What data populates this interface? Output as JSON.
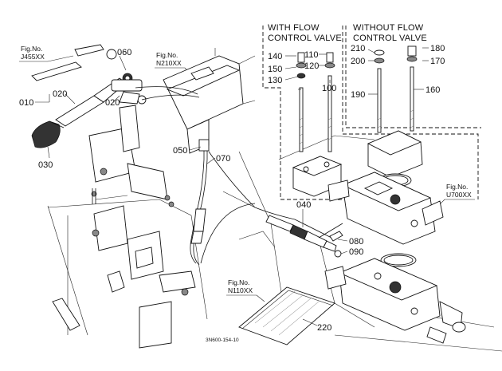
{
  "boxes": {
    "with_flow": [
      "WITH FLOW",
      "CONTROL VALVE"
    ],
    "without_flow": [
      "WITHOUT FLOW",
      "CONTROL VALVE"
    ]
  },
  "fig_refs": [
    {
      "id": "j455xx",
      "line1": "Fig.No.",
      "line2": "J455XX"
    },
    {
      "id": "n210xx",
      "line1": "Fig.No.",
      "line2": "N210XX"
    },
    {
      "id": "u700xx",
      "line1": "Fig.No.",
      "line2": "U700XX"
    },
    {
      "id": "n110xx",
      "line1": "Fig.No.",
      "line2": "N110XX"
    }
  ],
  "callouts": [
    "010",
    "020",
    "020",
    "030",
    "040",
    "050",
    "060",
    "070",
    "080",
    "090",
    "100",
    "110",
    "120",
    "130",
    "140",
    "150",
    "160",
    "170",
    "180",
    "190",
    "200",
    "210",
    "220"
  ],
  "drawing_number": "3N600-154-10"
}
